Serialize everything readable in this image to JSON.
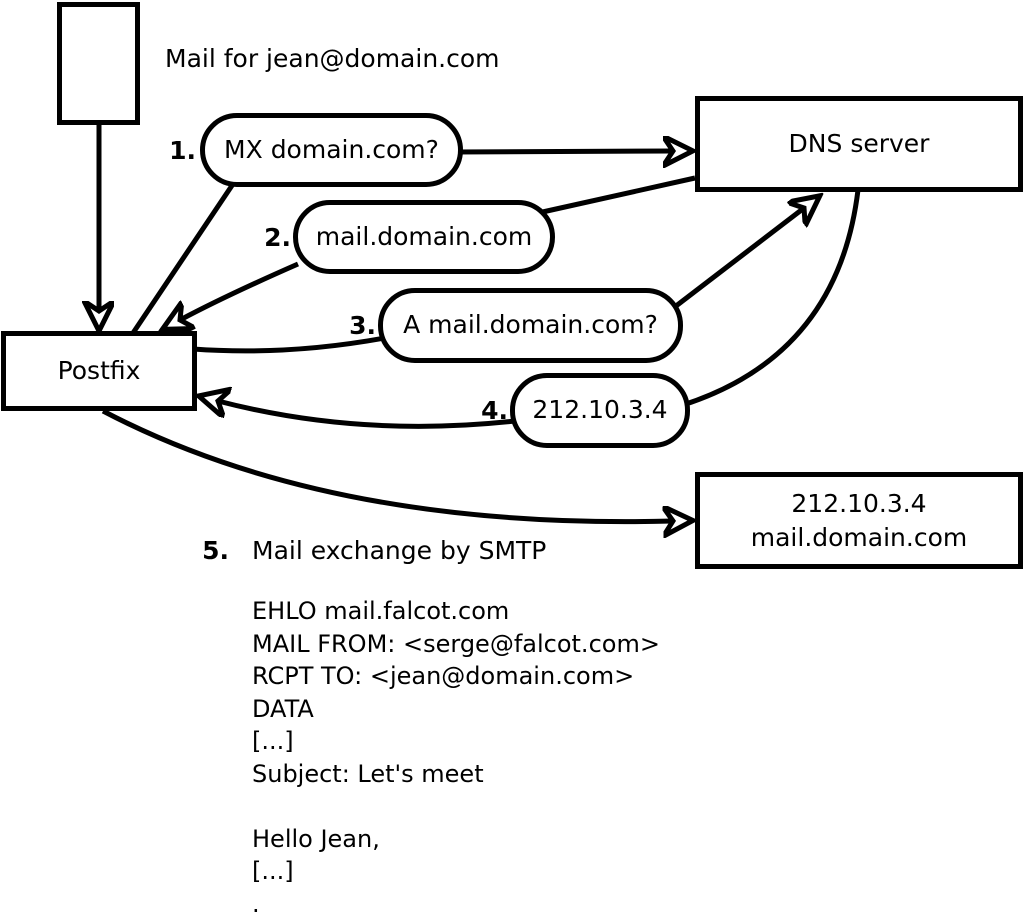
{
  "colors": {
    "ink": "#000000",
    "paper": "#ffffff"
  },
  "nodes": {
    "message_label": "Mail for jean@domain.com",
    "postfix_label": "Postfix",
    "dns_label": "DNS server",
    "mailserver_line1": "212.10.3.4",
    "mailserver_line2": "mail.domain.com"
  },
  "steps": [
    {
      "num": "1.",
      "label": "MX domain.com?"
    },
    {
      "num": "2.",
      "label": "mail.domain.com"
    },
    {
      "num": "3.",
      "label": "A mail.domain.com?"
    },
    {
      "num": "4.",
      "label": "212.10.3.4"
    },
    {
      "num": "5.",
      "label": "Mail exchange by SMTP"
    }
  ],
  "smtp_session": {
    "lines": [
      "EHLO mail.falcot.com",
      "MAIL FROM: <serge@falcot.com>",
      "RCPT TO: <jean@domain.com>",
      "DATA",
      "[...]",
      "Subject: Let's meet",
      "",
      "Hello Jean,",
      "[...]",
      "."
    ]
  }
}
